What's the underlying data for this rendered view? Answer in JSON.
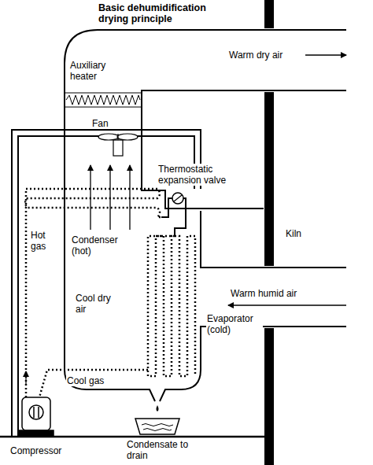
{
  "diagram": {
    "title": "Basic dehumidification drying principle",
    "labels": [
      "Warm dry air",
      "Auxiliary heater",
      "Fan",
      "Kiln",
      "Thermostatic expansion valve",
      "Hot gas",
      "Condenser (hot)",
      "Cool dry air",
      "Warm humid air",
      "Evaporator (cold)",
      "Cool gas",
      "Compressor",
      "Condensate to drain"
    ]
  }
}
